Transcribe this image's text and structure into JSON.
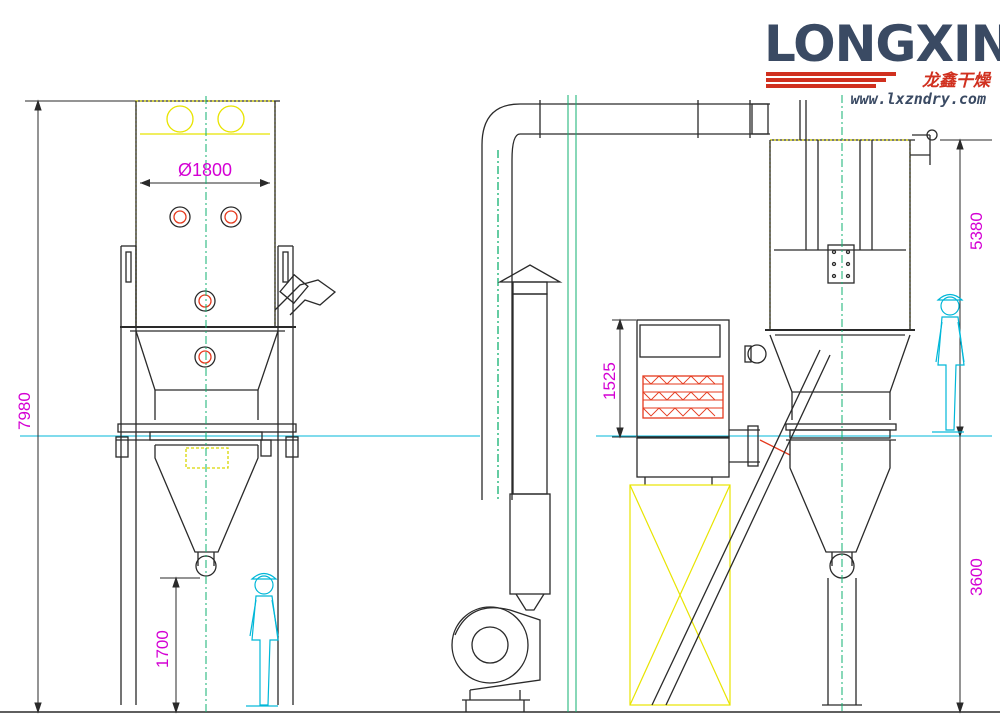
{
  "brand": {
    "name": "LONGXIN",
    "chinese_name": "龙鑫干燥",
    "website": "www.lxzndry.com",
    "color_primary": "#3a4a63",
    "color_accent": "#d0301f"
  },
  "dimensions": {
    "diameter": "Ø1800",
    "total_height_left": "7980",
    "lower_height_left": "1700",
    "filter_box_height": "1525",
    "cyclone_upper_height": "5380",
    "cyclone_lower_height": "3600"
  },
  "colors": {
    "outline": "#2a2a2a",
    "centerline": "#12b070",
    "highlight": "#e8e400",
    "dimension": "#d400d4",
    "person": "#00b7d8",
    "hatch": "#e53a1e"
  }
}
